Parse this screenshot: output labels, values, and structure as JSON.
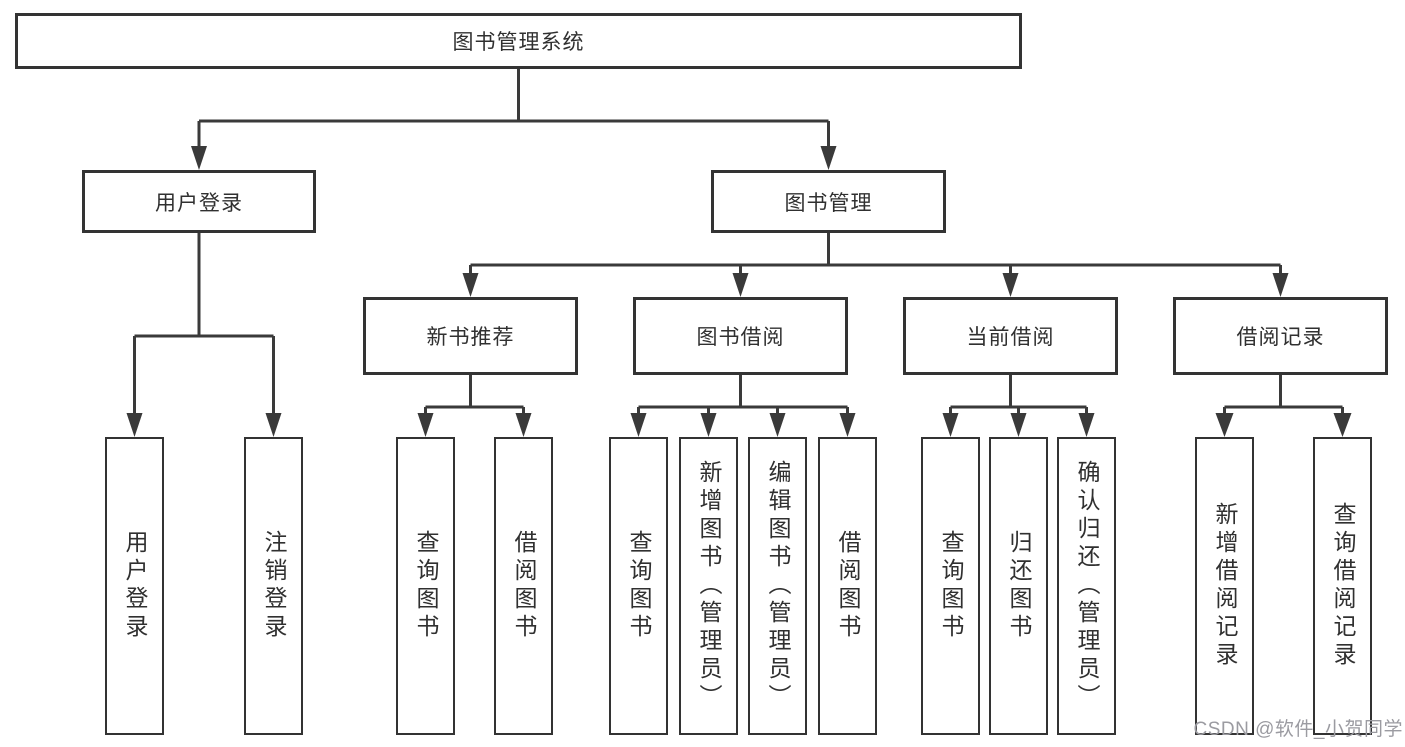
{
  "diagram_type": "hierarchy-tree",
  "nodes": {
    "root": {
      "label": "图书管理系统"
    },
    "login": {
      "label": "用户登录",
      "children": [
        {
          "label": "用户登录"
        },
        {
          "label": "注销登录"
        }
      ]
    },
    "management": {
      "label": "图书管理"
    },
    "groups": [
      {
        "label": "新书推荐",
        "children": [
          {
            "label": "查询图书"
          },
          {
            "label": "借阅图书"
          }
        ]
      },
      {
        "label": "图书借阅",
        "children": [
          {
            "label": "查询图书"
          },
          {
            "label": "新增图书（管理员）"
          },
          {
            "label": "编辑图书（管理员）"
          },
          {
            "label": "借阅图书"
          }
        ]
      },
      {
        "label": "当前借阅",
        "children": [
          {
            "label": "查询图书"
          },
          {
            "label": "归还图书"
          },
          {
            "label": "确认归还（管理员）"
          }
        ]
      },
      {
        "label": "借阅记录",
        "children": [
          {
            "label": "新增借阅记录"
          },
          {
            "label": "查询借阅记录"
          }
        ]
      }
    ]
  },
  "watermark": {
    "text": "CSDN @软件_小贺同学"
  },
  "colors": {
    "line": "#3a3a3a",
    "box_border": "#333333",
    "text": "#303030",
    "background": "#ffffff",
    "watermark_text": "#9b9ba1"
  }
}
